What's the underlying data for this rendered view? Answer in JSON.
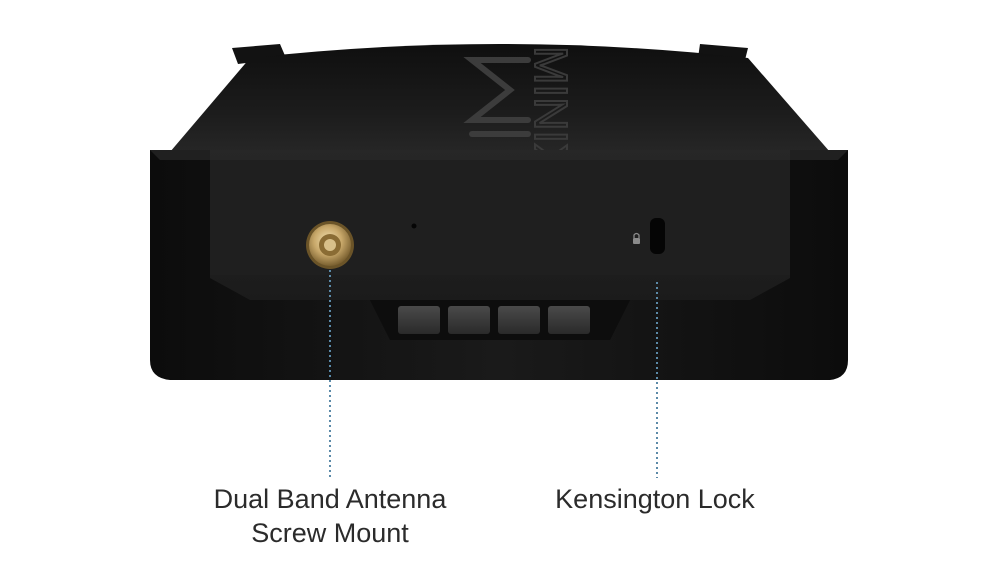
{
  "product": {
    "brand_logo": "MINIX",
    "colors": {
      "body": "#1c1c1c",
      "top": "#161616",
      "bracket": "#141414",
      "leader": "#5b8aa8",
      "text": "#2b2b2b"
    }
  },
  "callouts": {
    "antenna": {
      "line1": "Dual Band Antenna",
      "line2": "Screw Mount"
    },
    "lock": {
      "text": "Kensington Lock"
    }
  }
}
